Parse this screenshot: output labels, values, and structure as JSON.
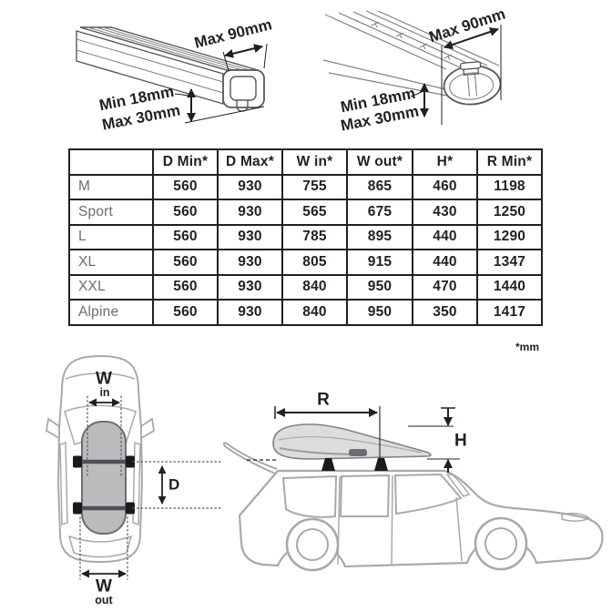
{
  "colors": {
    "ink": "#231f20",
    "label_gray": "#6d6e71",
    "art_gray": "#55575a",
    "line_gray": "#808285",
    "car_outline": "#a7a9ac",
    "box_fill": "#b9bbbd"
  },
  "bar_diagrams": {
    "square_bar": {
      "width_label": "Max 90mm",
      "height_min_label": "Min 18mm",
      "height_max_label": "Max 30mm"
    },
    "aero_bar": {
      "width_label": "Max 90mm",
      "height_min_label": "Min 18mm",
      "height_max_label": "Max 30mm"
    }
  },
  "size_table": {
    "columns": [
      "D Min*",
      "D Max*",
      "W in*",
      "W out*",
      "H*",
      "R Min*"
    ],
    "rows": [
      {
        "label": "M",
        "values": [
          "560",
          "930",
          "755",
          "865",
          "460",
          "1198"
        ]
      },
      {
        "label": "Sport",
        "values": [
          "560",
          "930",
          "565",
          "675",
          "430",
          "1250"
        ]
      },
      {
        "label": "L",
        "values": [
          "560",
          "930",
          "785",
          "895",
          "440",
          "1290"
        ]
      },
      {
        "label": "XL",
        "values": [
          "560",
          "930",
          "805",
          "915",
          "440",
          "1347"
        ]
      },
      {
        "label": "XXL",
        "values": [
          "560",
          "930",
          "840",
          "950",
          "470",
          "1440"
        ]
      },
      {
        "label": "Alpine",
        "values": [
          "560",
          "930",
          "840",
          "950",
          "350",
          "1417"
        ]
      }
    ],
    "unit_note": "*mm"
  },
  "car_diagrams": {
    "top_view": {
      "width_inner": "W",
      "width_inner_sub": "in",
      "width_outer": "W",
      "width_outer_sub": "out",
      "bar_distance": "D"
    },
    "side_view": {
      "box_length": "R",
      "box_height": "H"
    }
  }
}
